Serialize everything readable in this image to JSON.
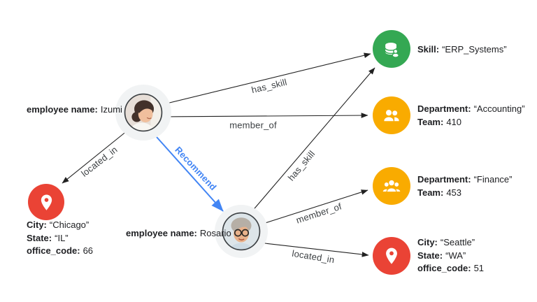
{
  "employees": [
    {
      "key": "employee name:",
      "name": "Izumi"
    },
    {
      "key": "employee name:",
      "name": "Rosario"
    }
  ],
  "entities": {
    "skill": {
      "icon": "database-icon",
      "lines": [
        {
          "key": "Skill:",
          "value": "“ERP_Systems”"
        }
      ]
    },
    "accounting": {
      "icon": "two-people-icon",
      "lines": [
        {
          "key": "Department:",
          "value": "“Accounting”"
        },
        {
          "key": "Team:",
          "value": "410"
        }
      ]
    },
    "finance": {
      "icon": "three-people-icon",
      "lines": [
        {
          "key": "Department:",
          "value": "“Finance”"
        },
        {
          "key": "Team:",
          "value": "453"
        }
      ]
    },
    "seattle": {
      "icon": "location-pin-icon",
      "lines": [
        {
          "key": "City:",
          "value": "“Seattle”"
        },
        {
          "key": "State:",
          "value": "“WA”"
        },
        {
          "key": "office_code:",
          "value": "51"
        }
      ]
    },
    "chicago": {
      "icon": "location-pin-icon",
      "lines": [
        {
          "key": "City:",
          "value": "“Chicago”"
        },
        {
          "key": "State:",
          "value": "“IL”"
        },
        {
          "key": "office_code:",
          "value": "66"
        }
      ]
    }
  },
  "edges": [
    {
      "from": "Izumi",
      "to": "ERP_Systems",
      "label": "has_skill"
    },
    {
      "from": "Izumi",
      "to": "Accounting",
      "label": "member_of"
    },
    {
      "from": "Izumi",
      "to": "Chicago",
      "label": "located_in"
    },
    {
      "from": "Izumi",
      "to": "Rosario",
      "label": "Recommend"
    },
    {
      "from": "Rosario",
      "to": "ERP_Systems",
      "label": "has_skill"
    },
    {
      "from": "Rosario",
      "to": "Finance",
      "label": "member_of"
    },
    {
      "from": "Rosario",
      "to": "Seattle",
      "label": "located_in"
    }
  ],
  "colors": {
    "skill_green": "#34A853",
    "department_yellow": "#F9AB00",
    "city_red": "#EA4335",
    "recommend_blue": "#4285F4",
    "edge_black": "#212121",
    "text": "#202124",
    "halo_gray": "#f1f3f4"
  }
}
